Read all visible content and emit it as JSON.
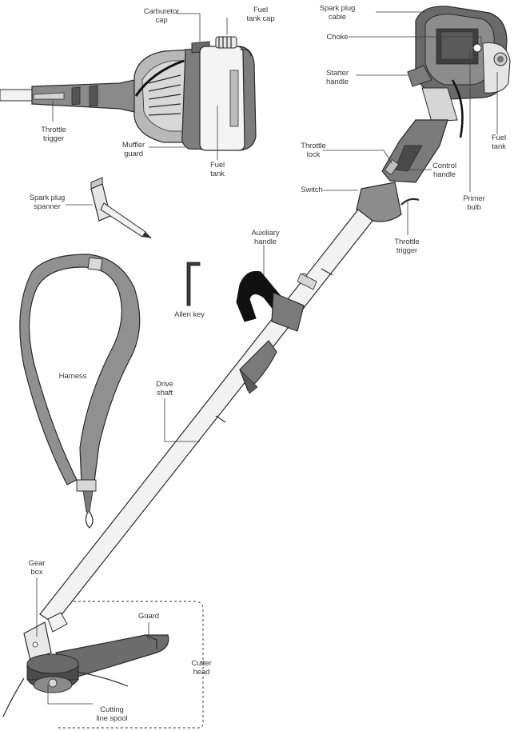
{
  "labels": {
    "carburetor_cap": {
      "line1": "Carburetor",
      "line2": "cap"
    },
    "fuel_tank_cap": {
      "line1": "Fuel",
      "line2": "tank cap"
    },
    "spark_plug_cable": {
      "line1": "Spark plug",
      "line2": "cable"
    },
    "choke": {
      "line1": "Choke",
      "line2": ""
    },
    "starter_handle": {
      "line1": "Starter",
      "line2": "handle"
    },
    "throttle_trigger_top": {
      "line1": "Throttle",
      "line2": "trigger"
    },
    "muffler_guard": {
      "line1": "Muffler",
      "line2": "guard"
    },
    "fuel_tank_left": {
      "line1": "Fuel",
      "line2": "tank"
    },
    "fuel_tank_right": {
      "line1": "Fuel",
      "line2": "tank"
    },
    "throttle_lock": {
      "line1": "Throttle",
      "line2": "lock"
    },
    "control_handle": {
      "line1": "Control",
      "line2": "handle"
    },
    "switch": {
      "line1": "Switch",
      "line2": ""
    },
    "primer_bulb": {
      "line1": "Primer",
      "line2": "bulb"
    },
    "throttle_trigger_main": {
      "line1": "Throttle",
      "line2": "trigger"
    },
    "spark_plug_spanner": {
      "line1": "Spark plug",
      "line2": "spanner"
    },
    "auxiliary_handle": {
      "line1": "Auxiliary",
      "line2": "handle"
    },
    "allen_key": {
      "line1": "Allen key",
      "line2": ""
    },
    "harness": {
      "line1": "Harness",
      "line2": ""
    },
    "drive_shaft": {
      "line1": "Drive",
      "line2": "shaft"
    },
    "gear_box": {
      "line1": "Gear",
      "line2": "box"
    },
    "guard": {
      "line1": "Guard",
      "line2": ""
    },
    "cutter_head": {
      "line1": "Cutter",
      "line2": "head"
    },
    "cutting_line_spool": {
      "line1": "Cutting",
      "line2": "line spool"
    }
  },
  "colors": {
    "ink": "#2a2a2a",
    "dark_gray": "#6e6e6e",
    "mid_gray": "#9a9a9a",
    "light_gray": "#d4d4d4",
    "black_part": "#1a1a1a",
    "shaft": "#f2f2f2"
  }
}
